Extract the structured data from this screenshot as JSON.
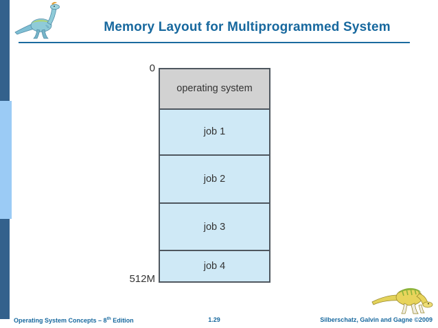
{
  "slide": {
    "title": "Memory Layout for Multiprogrammed System"
  },
  "diagram": {
    "top_address": "0",
    "bottom_address": "512M",
    "segments": [
      {
        "label": "operating system",
        "type": "os"
      },
      {
        "label": "job 1",
        "type": "job"
      },
      {
        "label": "job 2",
        "type": "job"
      },
      {
        "label": "job 3",
        "type": "job"
      },
      {
        "label": "job 4",
        "type": "job"
      }
    ]
  },
  "footer": {
    "left_pre": "Operating System Concepts – 8",
    "left_sup": "th",
    "left_post": " Edition",
    "page": "1.29",
    "right": "Silberschatz, Galvin and Gagne ©2009"
  },
  "icons": {
    "top_left": "dinosaur-logo-icon",
    "bottom_right": "dinosaur-logo-icon"
  },
  "colors": {
    "title_blue": "#17689E",
    "sidebar_dark_blue": "#33618C",
    "sidebar_light_blue": "#9BCBF5",
    "segment_gray": "#D2D2D2",
    "segment_blue": "#CFE9F6",
    "border_dark": "#4E565E",
    "label_text": "#333333"
  }
}
